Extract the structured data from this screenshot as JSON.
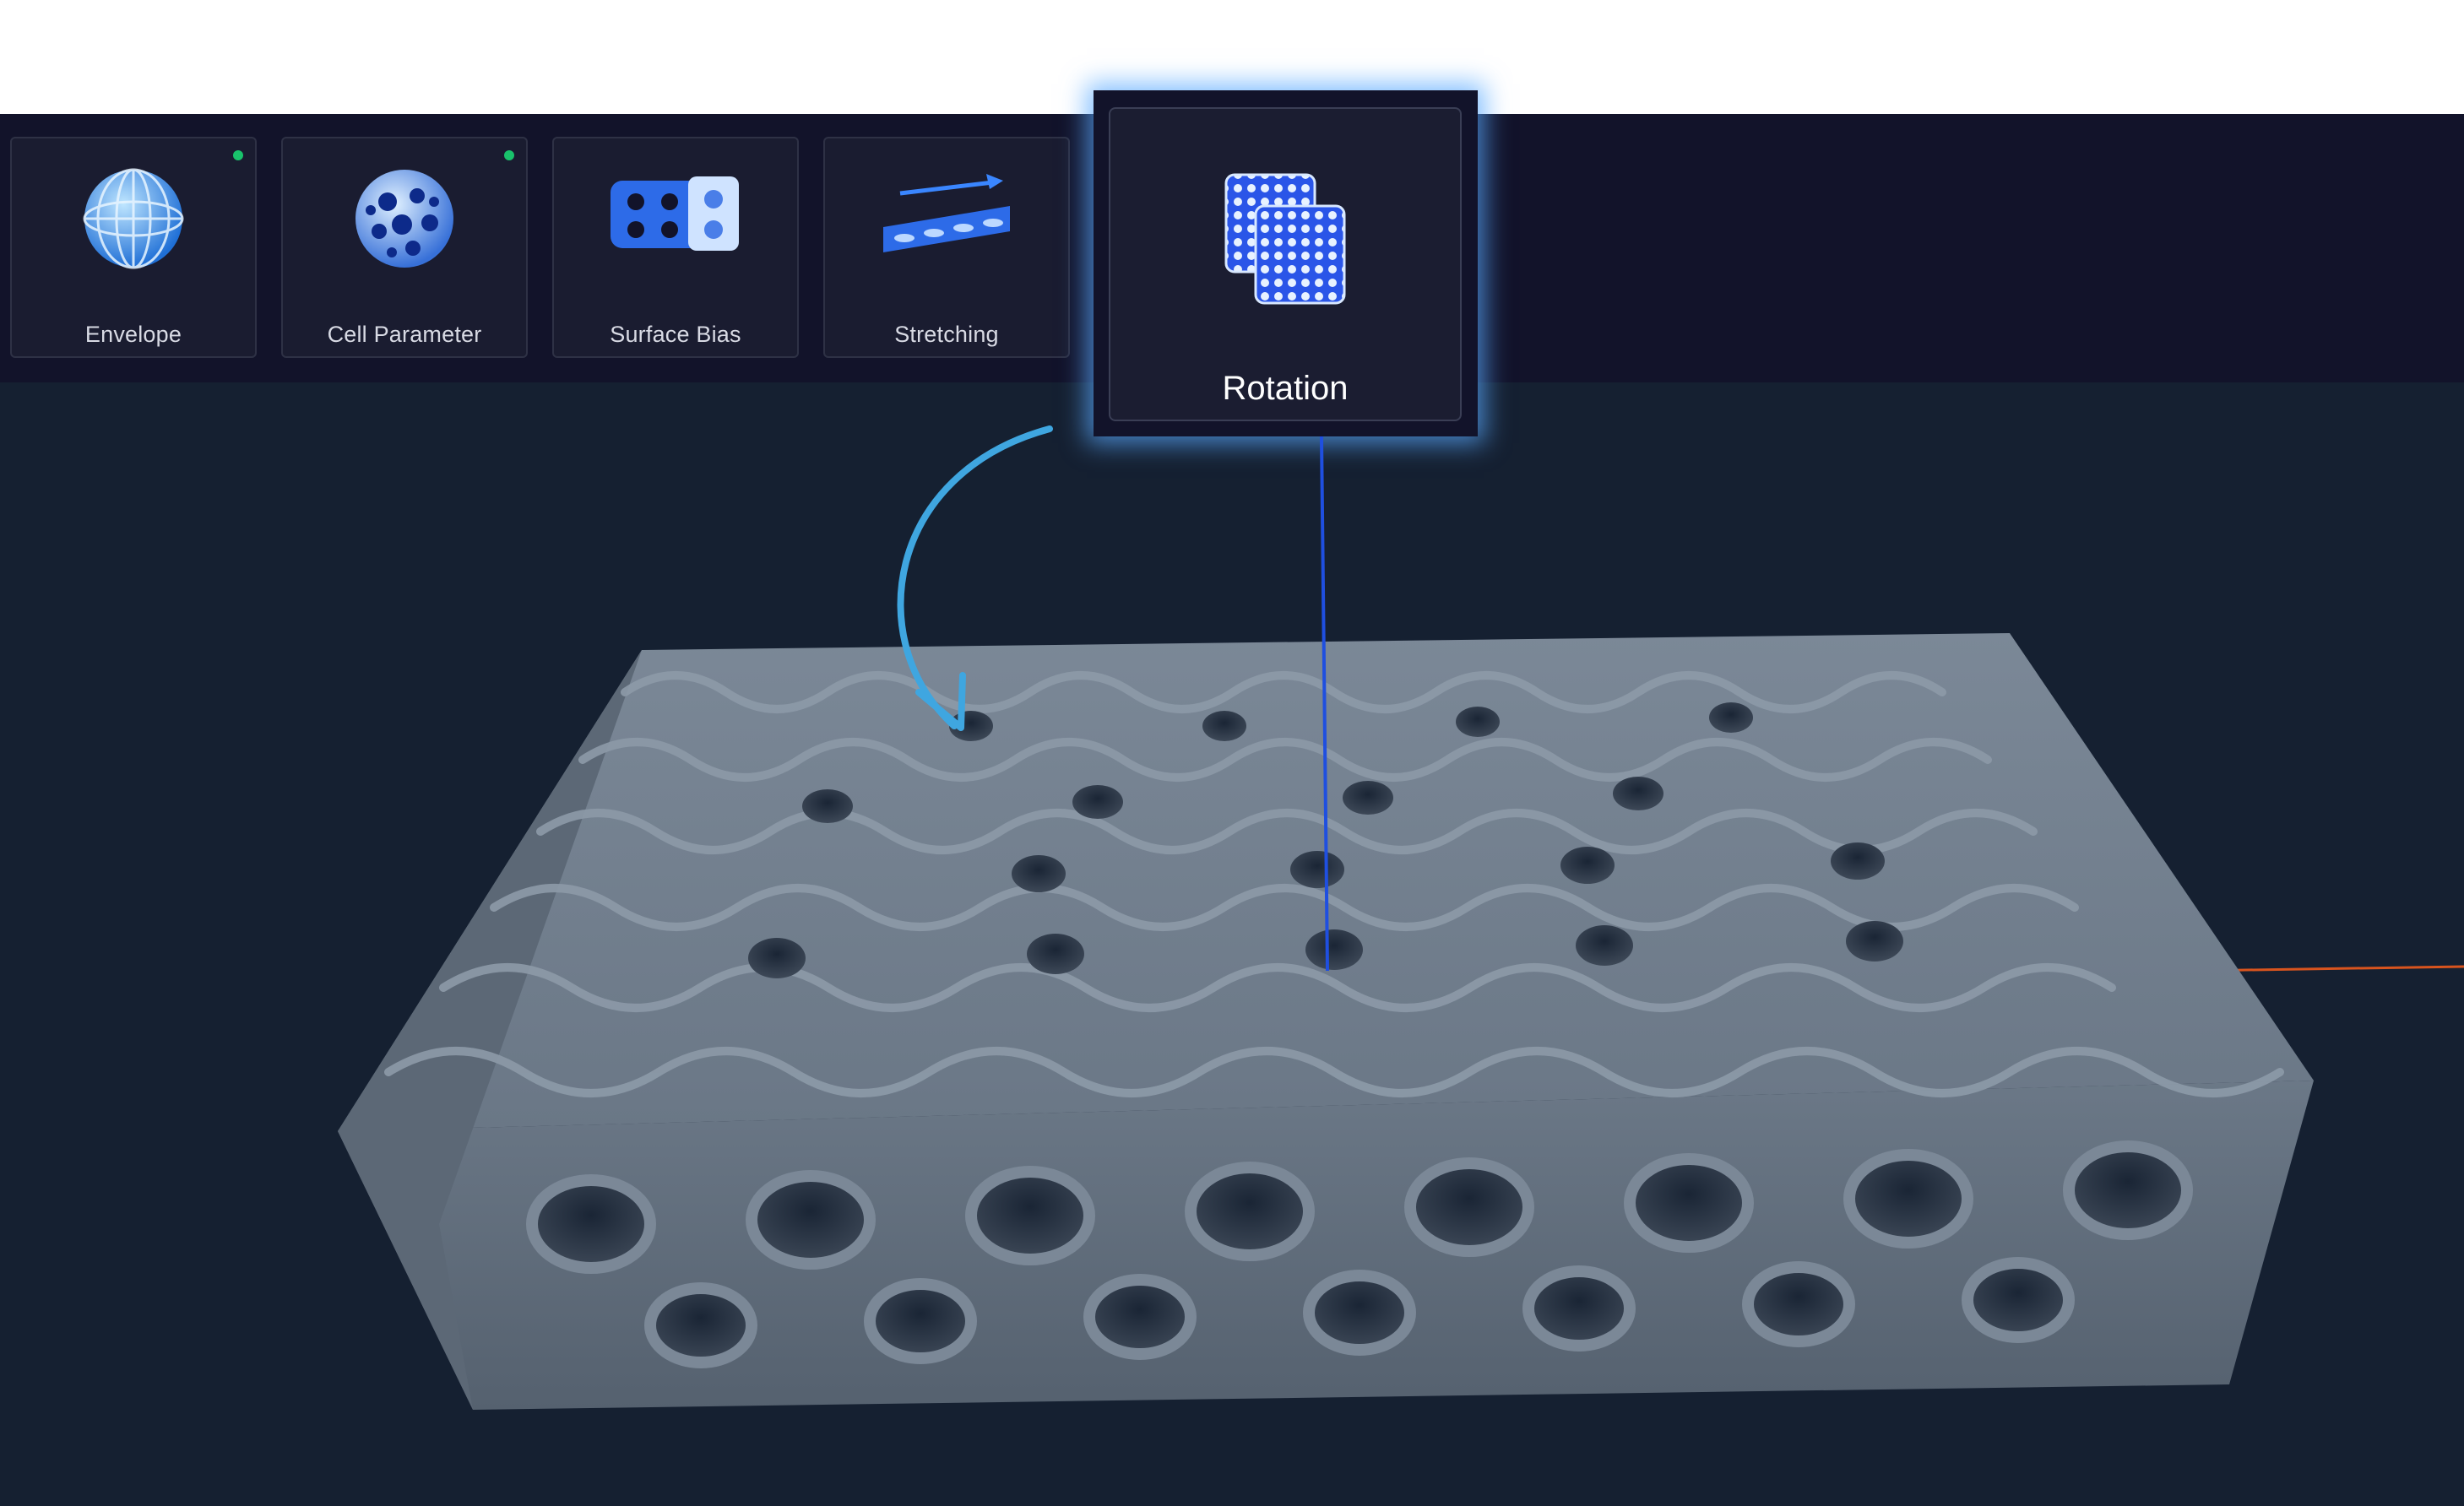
{
  "toolbar": {
    "tools": [
      {
        "label": "Envelope",
        "icon": "globe-icon",
        "active_dot": true
      },
      {
        "label": "Cell Parameter",
        "icon": "porous-sphere-icon",
        "active_dot": true
      },
      {
        "label": "Surface Bias",
        "icon": "lattice-block-icon",
        "active_dot": false
      },
      {
        "label": "Stretching",
        "icon": "stretch-arrow-icon",
        "active_dot": false
      }
    ],
    "highlighted_tool": {
      "label": "Rotation",
      "icon": "rotated-lattice-icon"
    }
  },
  "colors": {
    "toolbar_bg": "#12132a",
    "viewport_bg": "#152031",
    "lattice": "#6f7c8a",
    "highlight_glow": "#5aaaff",
    "active_dot": "#19c26b",
    "axis_z": "#1f4fe0",
    "axis_x": "#d9541e",
    "annotation_arrow": "#3fa6e0"
  }
}
